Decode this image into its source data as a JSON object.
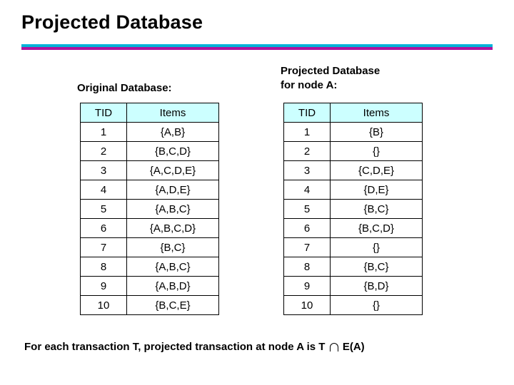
{
  "slide": {
    "title": "Projected Database",
    "rule_colors": {
      "top": "#00b4d8",
      "bottom": "#b0139e"
    },
    "footnote_prefix": "For each transaction T, projected transaction at node A is T",
    "footnote_suffix": "E(A)",
    "footnote_symbol": "intersection-symbol"
  },
  "original": {
    "caption": "Original Database:",
    "headers": [
      "TID",
      "Items"
    ],
    "rows": [
      [
        "1",
        "{A,B}"
      ],
      [
        "2",
        "{B,C,D}"
      ],
      [
        "3",
        "{A,C,D,E}"
      ],
      [
        "4",
        "{A,D,E}"
      ],
      [
        "5",
        "{A,B,C}"
      ],
      [
        "6",
        "{A,B,C,D}"
      ],
      [
        "7",
        "{B,C}"
      ],
      [
        "8",
        "{A,B,C}"
      ],
      [
        "9",
        "{A,B,D}"
      ],
      [
        "10",
        "{B,C,E}"
      ]
    ]
  },
  "projected": {
    "caption_line1": "Projected Database",
    "caption_line2": "for node A:",
    "headers": [
      "TID",
      "Items"
    ],
    "rows": [
      [
        "1",
        "{B}"
      ],
      [
        "2",
        "{}"
      ],
      [
        "3",
        "{C,D,E}"
      ],
      [
        "4",
        "{D,E}"
      ],
      [
        "5",
        "{B,C}"
      ],
      [
        "6",
        "{B,C,D}"
      ],
      [
        "7",
        "{}"
      ],
      [
        "8",
        "{B,C}"
      ],
      [
        "9",
        "{B,D}"
      ],
      [
        "10",
        "{}"
      ]
    ]
  }
}
